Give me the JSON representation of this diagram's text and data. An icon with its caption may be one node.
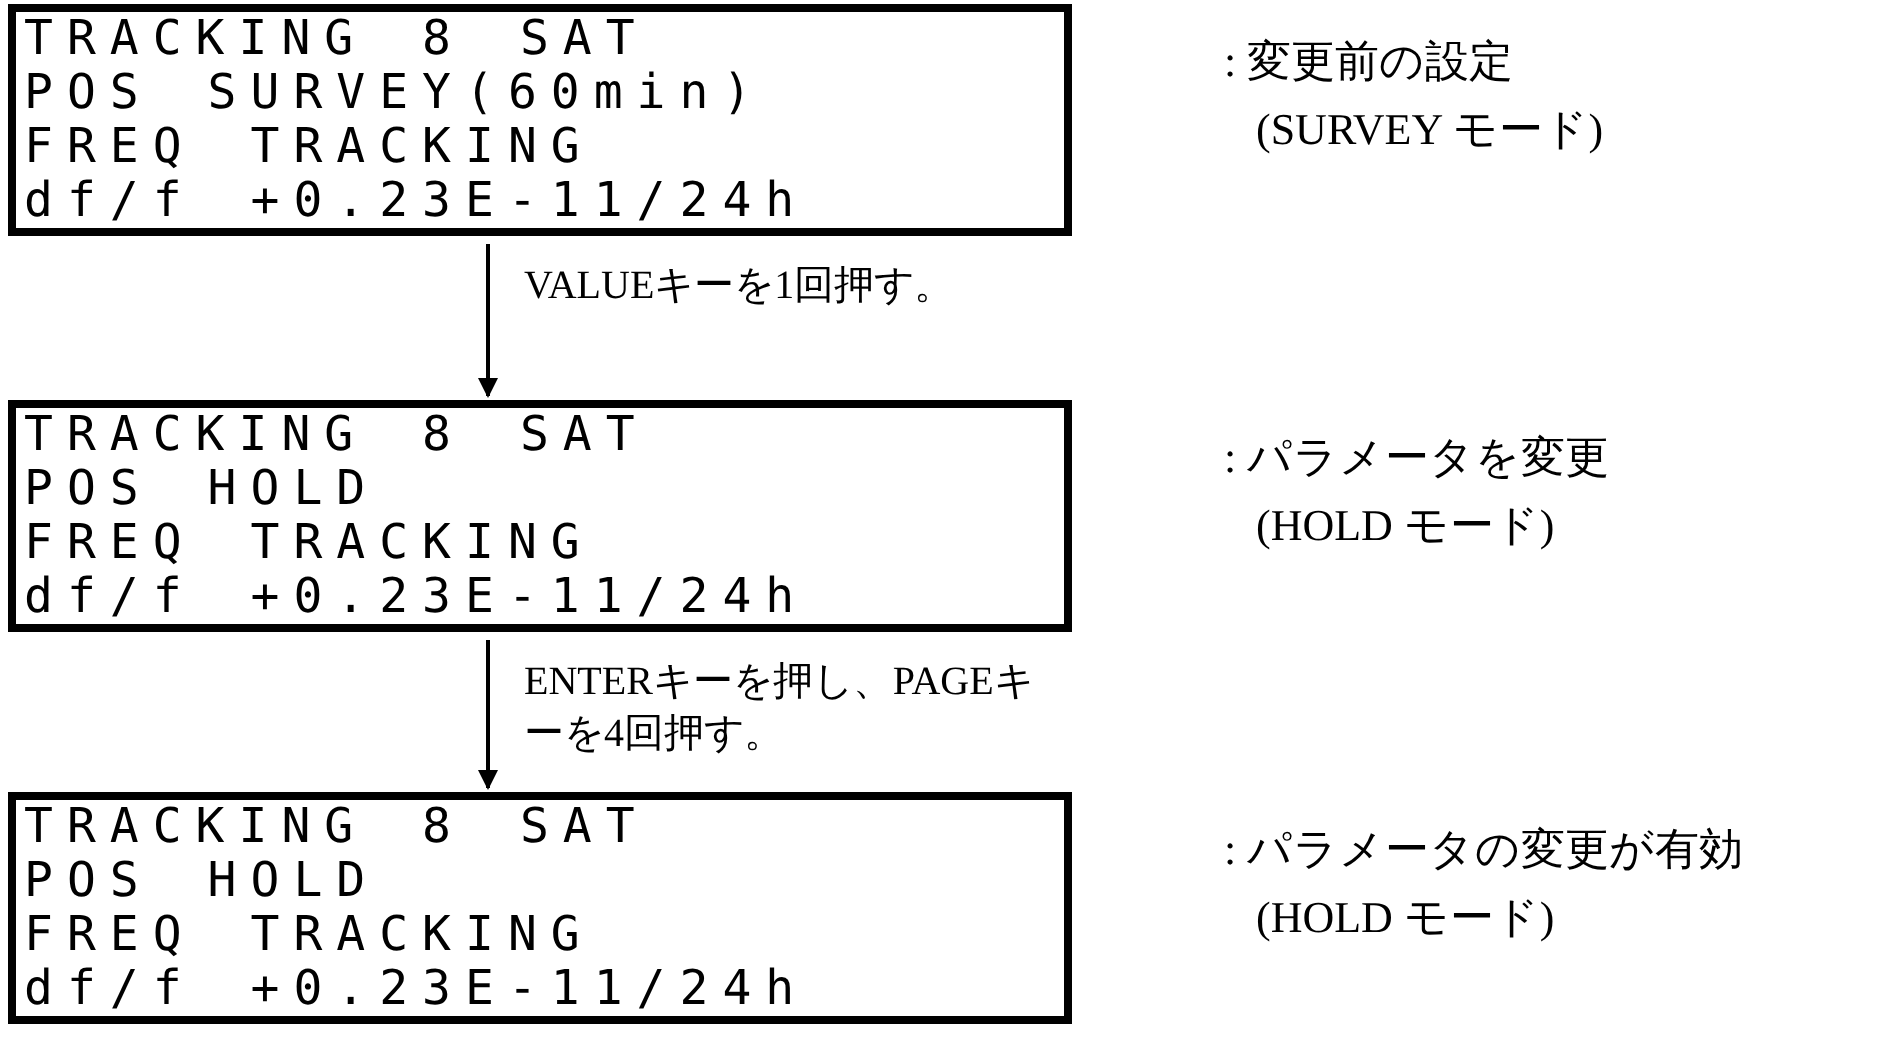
{
  "diagram": {
    "nodes": [
      {
        "text": [
          "TRACKING 8 SAT",
          "POS SURVEY(60min)",
          "FREQ TRACKING",
          "df/f +0.23E-11/24h"
        ],
        "beside": [
          ": 変更前の設定",
          "(SURVEY モード)"
        ]
      },
      {
        "text": [
          "TRACKING 8 SAT",
          "POS HOLD",
          "FREQ TRACKING",
          "df/f +0.23E-11/24h"
        ],
        "beside": [
          ": パラメータを変更",
          "(HOLD モード)"
        ]
      },
      {
        "text": [
          "TRACKING 8 SAT",
          "POS HOLD",
          "FREQ TRACKING",
          "df/f +0.23E-11/24h"
        ],
        "beside": [
          ": パラメータの変更が有効",
          "(HOLD モード)"
        ]
      }
    ],
    "edges": [
      {
        "from": 0,
        "to": 1,
        "arrow": "to",
        "label": "VALUEキーを1回押す。"
      },
      {
        "from": 1,
        "to": 2,
        "arrow": "to",
        "label": "ENTERキーを押し、PAGEキーを4回押す。"
      }
    ]
  }
}
